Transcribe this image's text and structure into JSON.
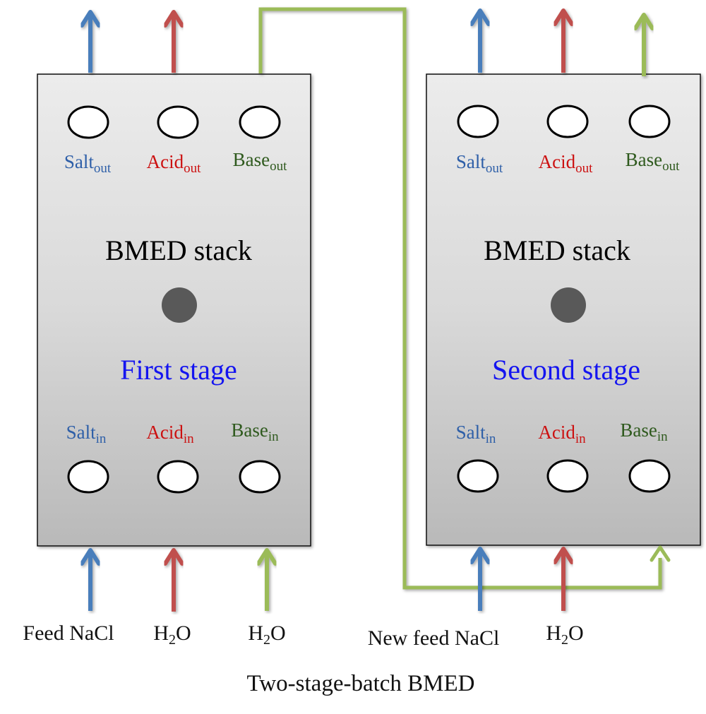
{
  "caption": "Two-stage-batch BMED",
  "colors": {
    "salt": "#4a7ebb",
    "acid": "#c0504d",
    "base": "#9bbb59",
    "salt_text": "#2e5fa8",
    "acid_text": "#cc1111",
    "base_text": "#2f5a1e",
    "stage_text": "#1414f0",
    "stack_text": "#000000",
    "center_dot": "#595959"
  },
  "stages": [
    {
      "title": "BMED stack",
      "subtitle": "First stage",
      "outlets": [
        {
          "name": "Salt",
          "sub": "out"
        },
        {
          "name": "Acid",
          "sub": "out"
        },
        {
          "name": "Base",
          "sub": "out"
        }
      ],
      "inlets": [
        {
          "name": "Salt",
          "sub": "in"
        },
        {
          "name": "Acid",
          "sub": "in"
        },
        {
          "name": "Base",
          "sub": "in"
        }
      ],
      "feeds": [
        {
          "text": "Feed NaCl"
        },
        {
          "pre": "H",
          "sub": "2",
          "post": "O"
        },
        {
          "pre": "H",
          "sub": "2",
          "post": "O"
        }
      ]
    },
    {
      "title": "BMED stack",
      "subtitle": "Second stage",
      "outlets": [
        {
          "name": "Salt",
          "sub": "out"
        },
        {
          "name": "Acid",
          "sub": "out"
        },
        {
          "name": "Base",
          "sub": "out"
        }
      ],
      "inlets": [
        {
          "name": "Salt",
          "sub": "in"
        },
        {
          "name": "Acid",
          "sub": "in"
        },
        {
          "name": "Base",
          "sub": "in"
        }
      ],
      "feeds": [
        {
          "text": "New feed NaCl"
        },
        {
          "pre": "H",
          "sub": "2",
          "post": "O"
        }
      ]
    }
  ]
}
